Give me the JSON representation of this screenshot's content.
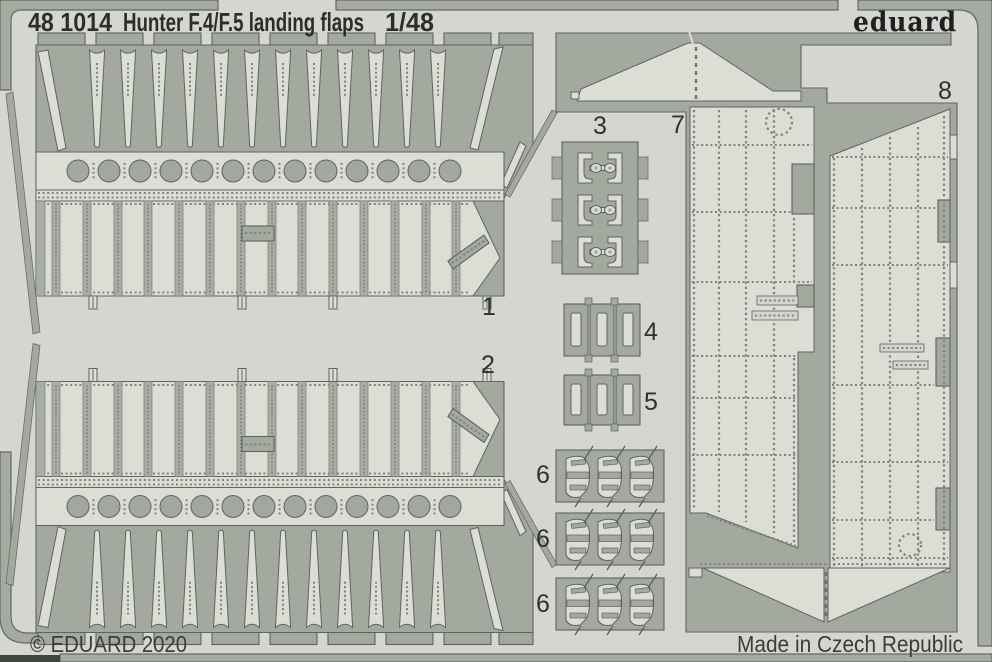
{
  "header": {
    "product_code": "48 1014",
    "title": "Hunter F.4/F.5 landing flaps",
    "scale": "1/48",
    "brand": "eduard"
  },
  "footer": {
    "copyright": "© EDUARD 2020",
    "made_in": "Made in Czech Republic"
  },
  "sheet": {
    "part_labels": {
      "p1": "1",
      "p2": "2",
      "p3": "3",
      "p4": "4",
      "p5": "5",
      "p6": "6",
      "p7": "7",
      "p8": "8"
    }
  },
  "colors": {
    "background": "#d4d6cf",
    "sheet_metal": "#a4a9a0",
    "etched_area": "#dcded6",
    "outline": "#5f645c",
    "text": "#2b2f2c"
  }
}
